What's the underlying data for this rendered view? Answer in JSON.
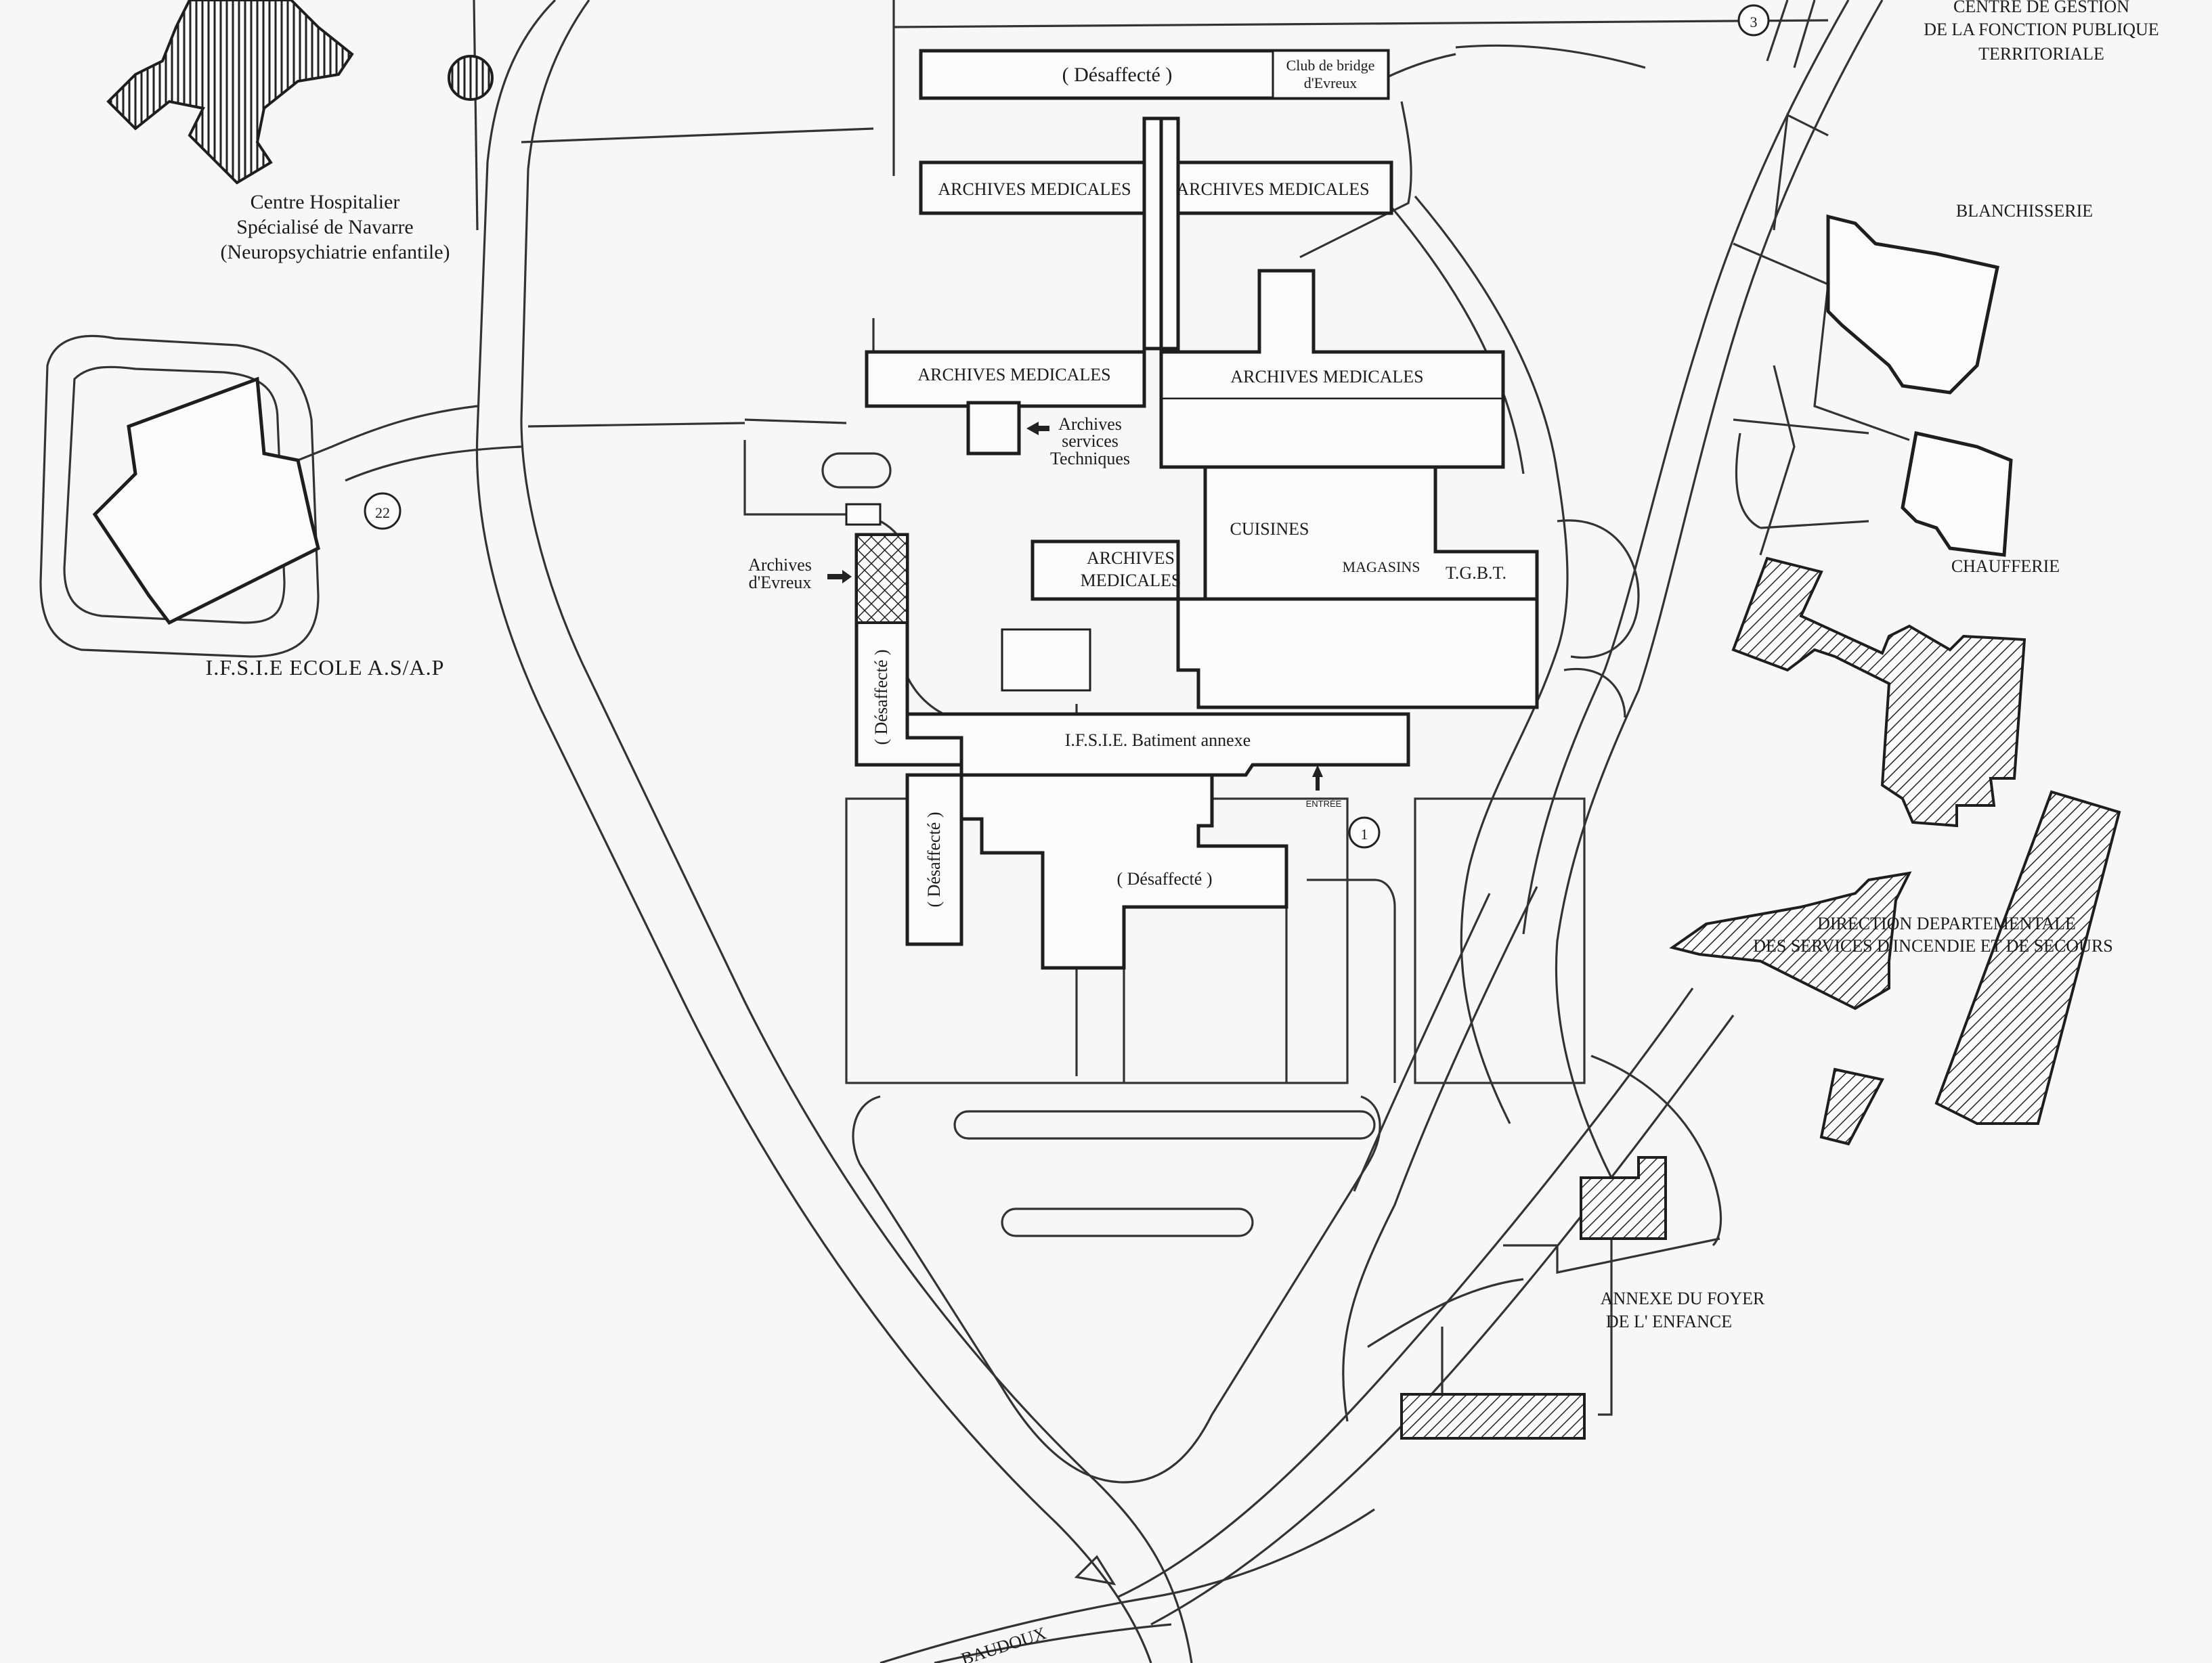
{
  "labels": {
    "desaffecte_top": "( Désaffecté )",
    "club_bridge_1": "Club de bridge",
    "club_bridge_2": "d'Evreux",
    "archives_medicales_1": "ARCHIVES MEDICALES",
    "archives_medicales_2": "ARCHIVES MEDICALES",
    "archives_medicales_3": "ARCHIVES MEDICALES",
    "archives_medicales_4": "ARCHIVES MEDICALES",
    "archives_medicales_5a": "ARCHIVES",
    "archives_medicales_5b": "MEDICALES",
    "archives_services_1": "Archives",
    "archives_services_2": "services",
    "archives_services_3": "Techniques",
    "cuisines": "CUISINES",
    "magasins": "MAGASINS",
    "tgbt": "T.G.B.T.",
    "archives_evreux_1": "Archives",
    "archives_evreux_2": "d'Evreux",
    "desaffecte_left": "( Désaffecté )",
    "desaffecte_left2": "( Désaffecté )",
    "desaffecte_bottom": "( Désaffecté )",
    "ifsie_annexe": "I.F.S.I.E.  Batiment annexe",
    "entree": "ENTRÉE",
    "hospital_1": "Centre Hospitalier",
    "hospital_2": "Spécialisé de Navarre",
    "hospital_3": "(Neuropsychiatrie enfantile)",
    "ifsie_ecole": "I.F.S.I.E  ECOLE A.S/A.P",
    "centre_gestion_1": "CENTRE DE GESTION",
    "centre_gestion_2": "DE LA FONCTION PUBLIQUE",
    "centre_gestion_3": "TERRITORIALE",
    "blanchisserie": "BLANCHISSERIE",
    "chaufferie": "CHAUFFERIE",
    "direction_1": "DIRECTION DEPARTEMENTALE",
    "direction_2": "DES SERVICES D'INCENDIE ET DE SECOURS",
    "annexe_foyer_1": "ANNEXE DU FOYER",
    "annexe_foyer_2": "DE L' ENFANCE",
    "street": "BAUDOUX"
  },
  "markers": {
    "n1": "1",
    "n3": "3",
    "n22": "22"
  },
  "colors": {
    "background": "#f7f7f7",
    "ink": "#1e1e1e",
    "fill": "#fbfbfb"
  }
}
